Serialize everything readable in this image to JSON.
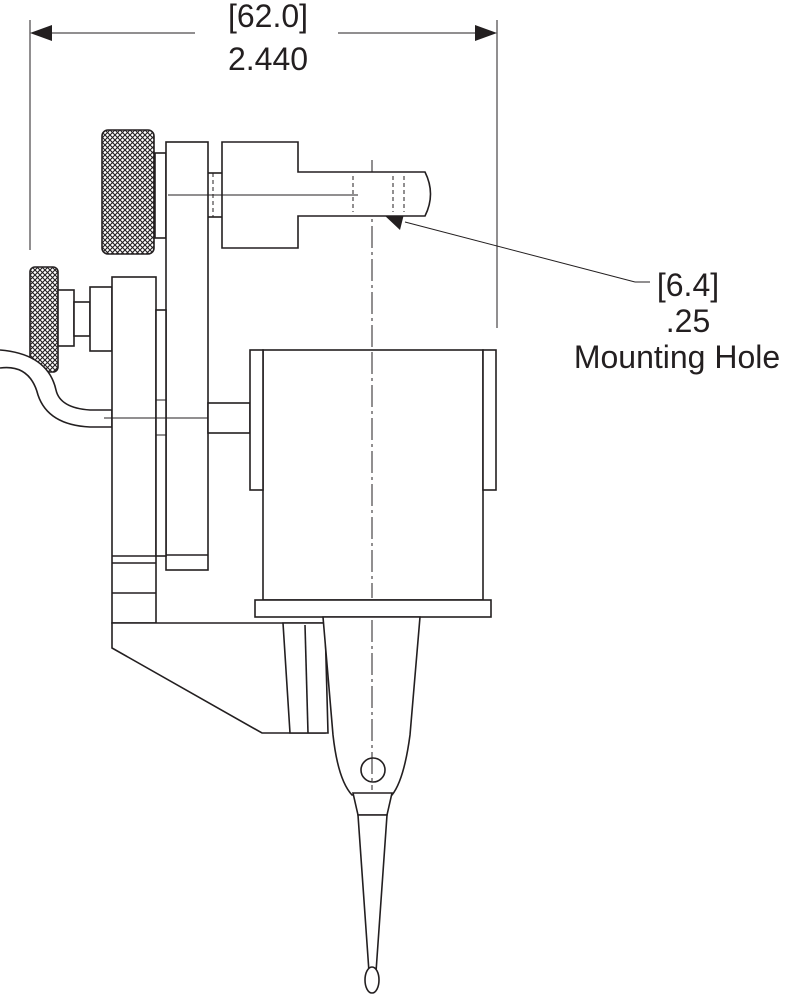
{
  "dimensions": {
    "overall_width": {
      "metric": "[62.0]",
      "imperial": "2.440"
    },
    "mounting_hole": {
      "metric": "[6.4]",
      "imperial": ".25",
      "label": "Mounting Hole"
    }
  },
  "colors": {
    "line": "#231f20",
    "background": "#ffffff"
  }
}
